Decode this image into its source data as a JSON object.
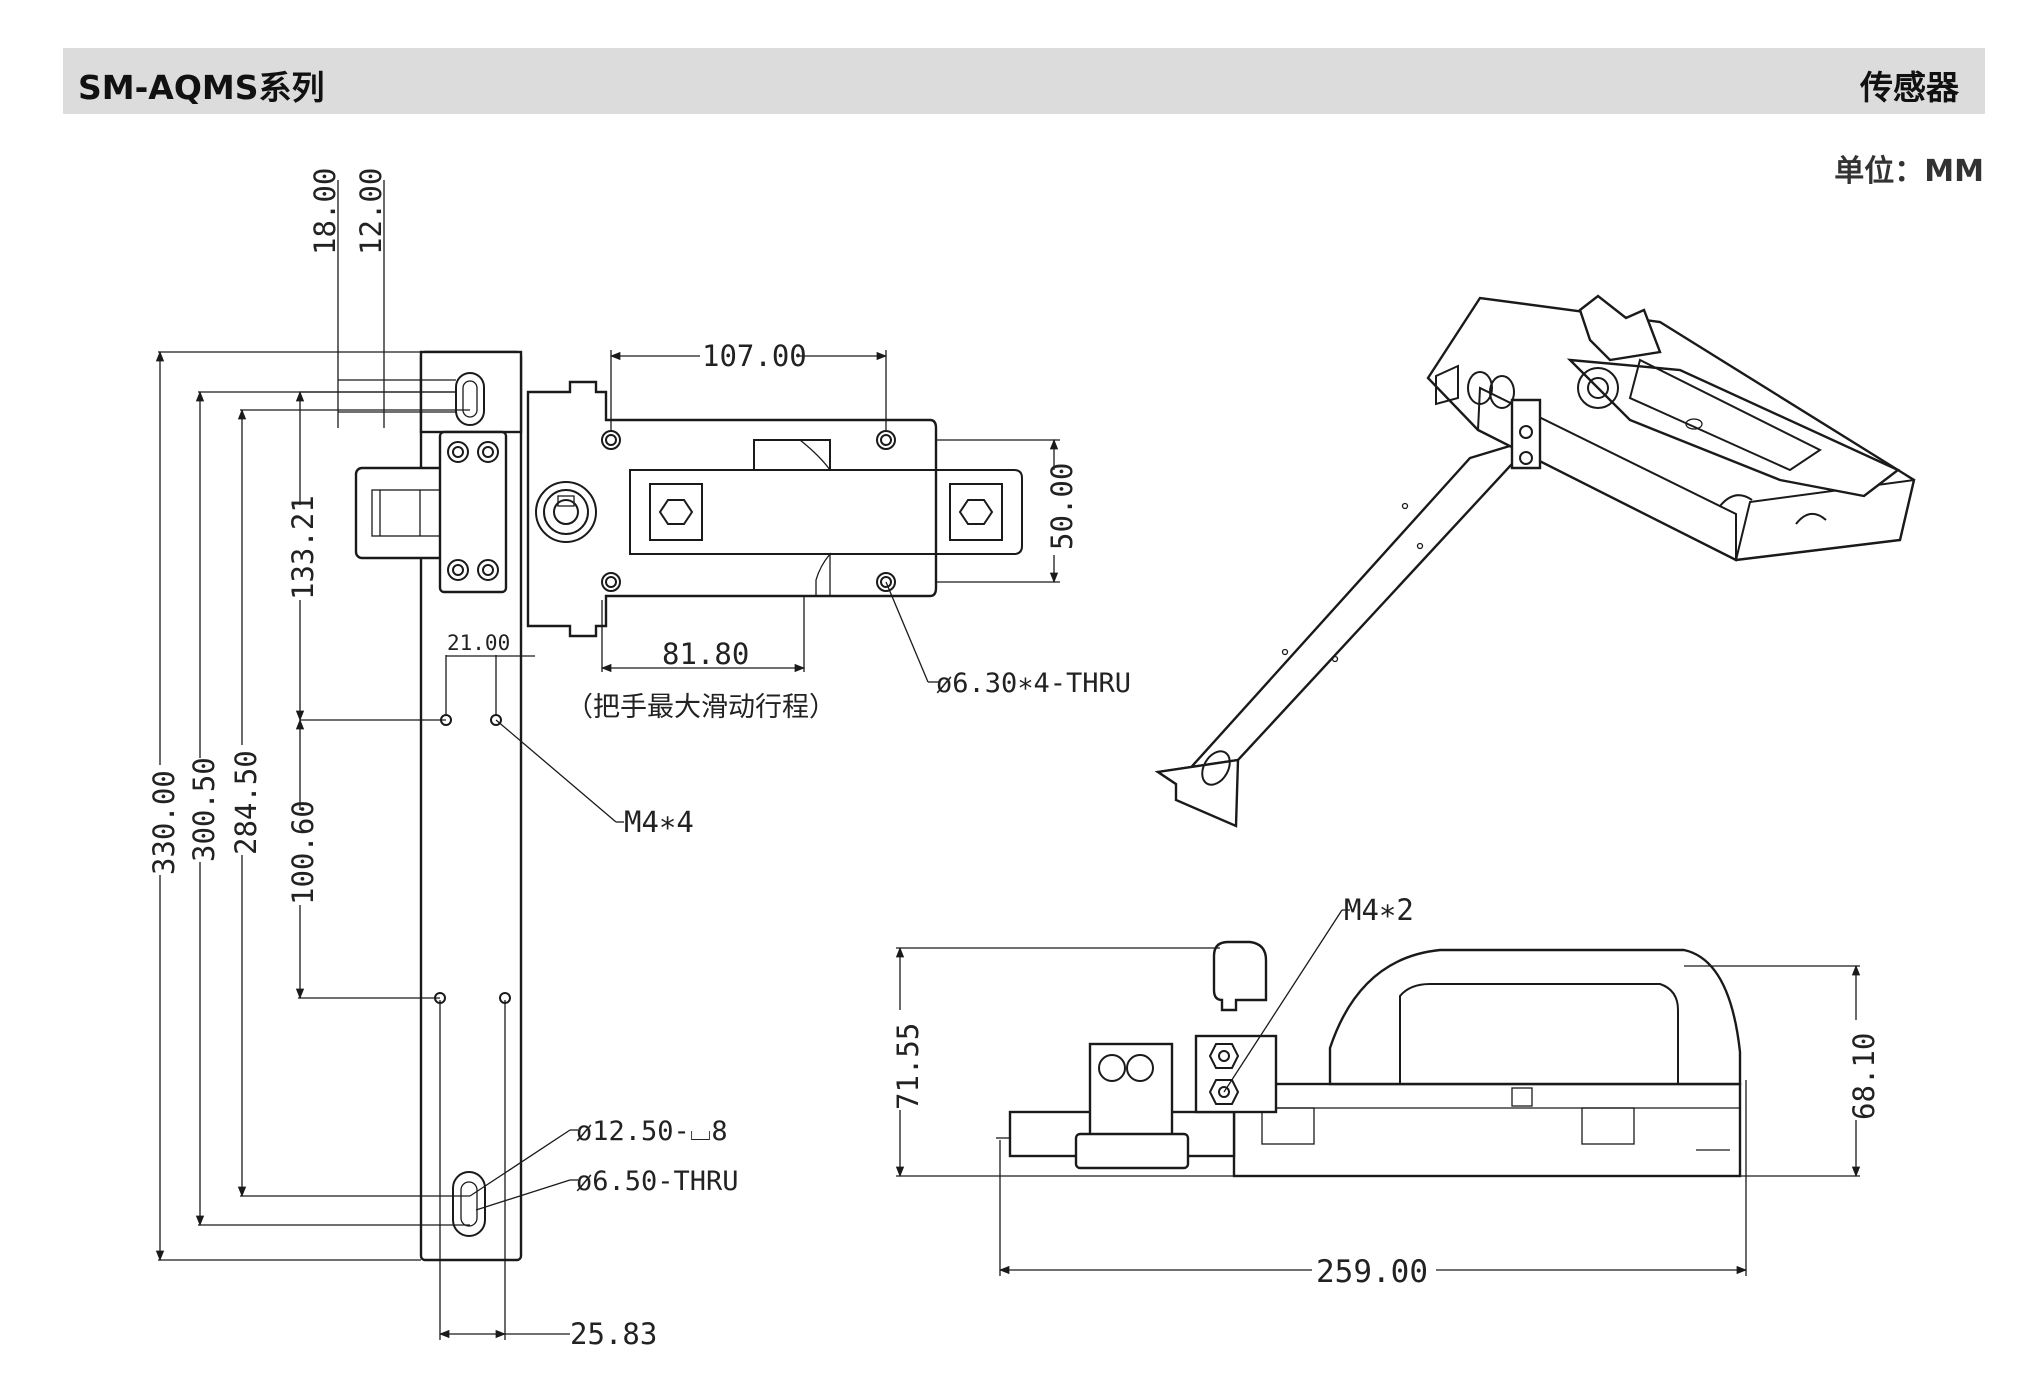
{
  "header": {
    "series": "SM-AQMS系列",
    "category": "传感器"
  },
  "unit_label": "单位：MM",
  "dimensions": {
    "d18": "18.00",
    "d12": "12.00",
    "d107": "107.00",
    "d50": "50.00",
    "d13321": "133.21",
    "d8180": "81.80",
    "d21": "21.00",
    "travel_note": "（把手最大滑动行程）",
    "hole_spec": "ø6.30∗4-THRU",
    "m4x4": "M4∗4",
    "d330": "330.00",
    "d30050": "300.50",
    "d28450": "284.50",
    "d1006": "100.60",
    "slot1": "ø12.50-⌴8",
    "slot2": "ø6.50-THRU",
    "d2583": "25.83",
    "m4x2": "M4∗2",
    "d7155": "71.55",
    "d6810": "68.10",
    "d259": "259.00"
  },
  "colors": {
    "header_bg": "#dcdcdc",
    "line": "#1a1a1a"
  }
}
